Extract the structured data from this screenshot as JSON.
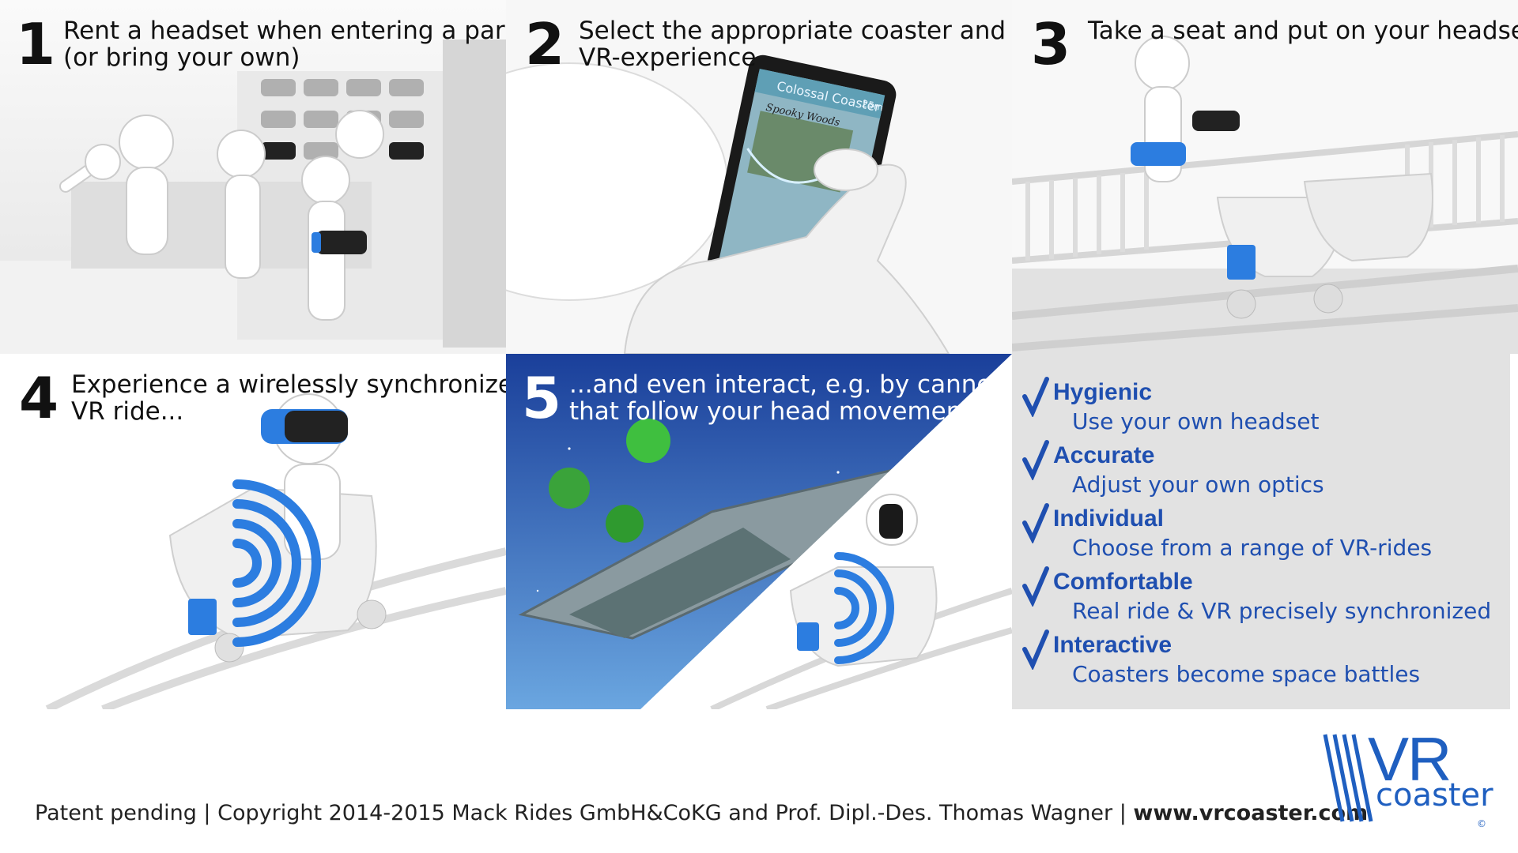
{
  "steps": [
    {
      "number": "1",
      "lines": [
        "Rent a headset when entering a park",
        "(or bring your own)"
      ]
    },
    {
      "number": "2",
      "lines": [
        "Select the appropriate coaster and",
        "VR-experience"
      ]
    },
    {
      "number": "3",
      "lines": [
        "Take a seat and put on your headset"
      ]
    },
    {
      "number": "4",
      "lines": [
        "Experience a wirelessly synchronized",
        "VR ride..."
      ]
    },
    {
      "number": "5",
      "lines": [
        "...and even interact, e.g. by cannons",
        "that follow your head movement!"
      ]
    }
  ],
  "phone_screen": {
    "title": "Colossal Coaster",
    "subtitle": "Spooky Woods",
    "badge": "25m"
  },
  "benefits": [
    {
      "title": "Hygienic",
      "desc": "Use your own headset"
    },
    {
      "title": "Accurate",
      "desc": "Adjust your own optics"
    },
    {
      "title": "Individual",
      "desc": "Choose from a range of VR-rides"
    },
    {
      "title": "Comfortable",
      "desc": "Real ride & VR precisely synchronized"
    },
    {
      "title": "Interactive",
      "desc": "Coasters become space battles"
    }
  ],
  "footer": {
    "text": "Patent pending | Copyright 2014-2015 Mack Rides GmbH&CoKG and Prof. Dipl.-Des. Thomas Wagner | ",
    "url": "www.vrcoaster.com"
  },
  "logo": {
    "vr": "VR",
    "coaster": "coaster",
    "mark": "©"
  },
  "colors": {
    "accent": "#1f5fc0",
    "benefit_text": "#1f4fb0",
    "space_blue": "#1a4ba8"
  },
  "icons": [
    "checkmark-icon",
    "wireless-signal-icon",
    "vr-headset-icon"
  ]
}
